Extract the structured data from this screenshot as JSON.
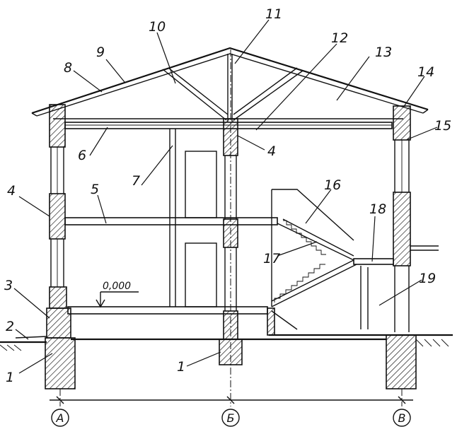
{
  "callouts": [
    {
      "id": "1",
      "text": "1"
    },
    {
      "id": "1b",
      "text": "1"
    },
    {
      "id": "2",
      "text": "2"
    },
    {
      "id": "3",
      "text": "3"
    },
    {
      "id": "4",
      "text": "4"
    },
    {
      "id": "4b",
      "text": "4"
    },
    {
      "id": "5",
      "text": "5"
    },
    {
      "id": "6",
      "text": "6"
    },
    {
      "id": "7",
      "text": "7"
    },
    {
      "id": "8",
      "text": "8"
    },
    {
      "id": "9",
      "text": "9"
    },
    {
      "id": "10",
      "text": "10"
    },
    {
      "id": "11",
      "text": "11"
    },
    {
      "id": "12",
      "text": "12"
    },
    {
      "id": "13",
      "text": "13"
    },
    {
      "id": "14",
      "text": "14"
    },
    {
      "id": "15",
      "text": "15"
    },
    {
      "id": "16",
      "text": "16"
    },
    {
      "id": "17",
      "text": "17"
    },
    {
      "id": "18",
      "text": "18"
    },
    {
      "id": "19",
      "text": "19"
    }
  ],
  "axes": {
    "a": "А",
    "b": "Б",
    "c": "В"
  },
  "level_mark": "0,000"
}
